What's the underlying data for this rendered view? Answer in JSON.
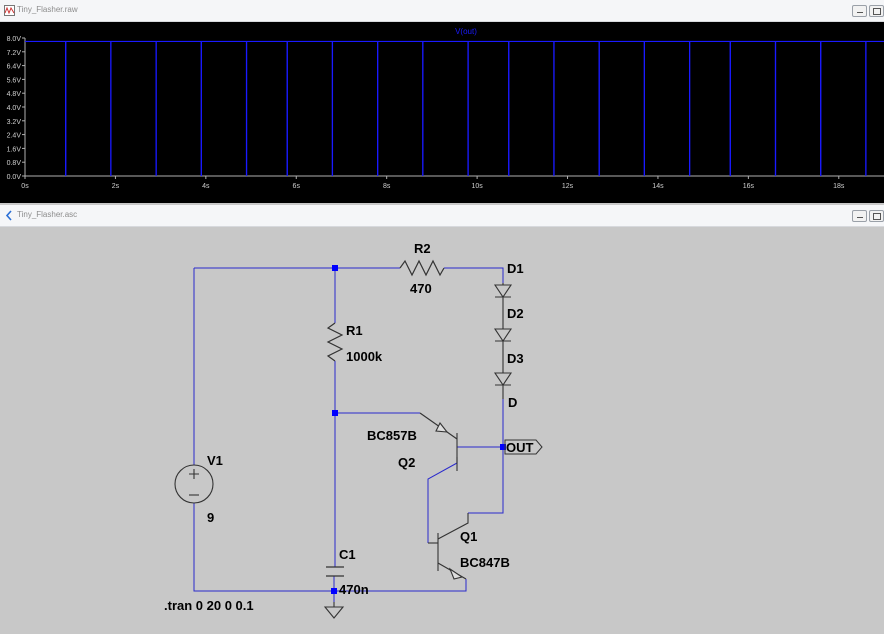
{
  "waveform_window": {
    "title": "Tiny_Flasher.raw",
    "trace_label": "V(out)",
    "y_ticks": [
      "8.0V",
      "7.2V",
      "6.4V",
      "5.6V",
      "4.8V",
      "4.0V",
      "3.2V",
      "2.4V",
      "1.6V",
      "0.8V",
      "0.0V"
    ],
    "x_ticks": [
      "0s",
      "2s",
      "4s",
      "6s",
      "8s",
      "10s",
      "12s",
      "14s",
      "16s",
      "18s"
    ],
    "colors": {
      "background": "#000000",
      "axis": "#b0b0b0",
      "trace": "#1a1aff"
    }
  },
  "schematic_window": {
    "title": "Tiny_Flasher.asc",
    "components": {
      "r2": {
        "name": "R2",
        "value": "470"
      },
      "r1": {
        "name": "R1",
        "value": "1000k"
      },
      "d1": {
        "name": "D1"
      },
      "d2": {
        "name": "D2"
      },
      "d3": {
        "name": "D3"
      },
      "d4": {
        "name": "D"
      },
      "q2": {
        "name": "Q2",
        "model": "BC857B"
      },
      "q1": {
        "name": "Q1",
        "model": "BC847B"
      },
      "v1": {
        "name": "V1",
        "value": "9"
      },
      "c1": {
        "name": "C1",
        "value": "470n"
      },
      "out": {
        "label": "OUT"
      }
    },
    "directive": ".tran 0 20 0 0.1",
    "colors": {
      "background": "#c8c8c8",
      "wire": "#2222cc",
      "node": "#0000ff",
      "component": "#3a3a9a",
      "text": "#000000"
    }
  },
  "chart_data": {
    "type": "line",
    "title": "V(out)",
    "xlabel": "",
    "ylabel": "",
    "xlim": [
      0,
      19
    ],
    "ylim": [
      0,
      8.0
    ],
    "grid": false,
    "series": [
      {
        "name": "V(out)",
        "baseline": 7.8,
        "pulse_low": 0.0,
        "pulse_times": [
          0.9,
          1.9,
          2.9,
          3.9,
          4.9,
          5.8,
          6.8,
          7.8,
          8.8,
          9.8,
          10.7,
          11.7,
          12.7,
          13.7,
          14.7,
          15.6,
          16.6,
          17.6,
          18.6
        ]
      }
    ]
  }
}
